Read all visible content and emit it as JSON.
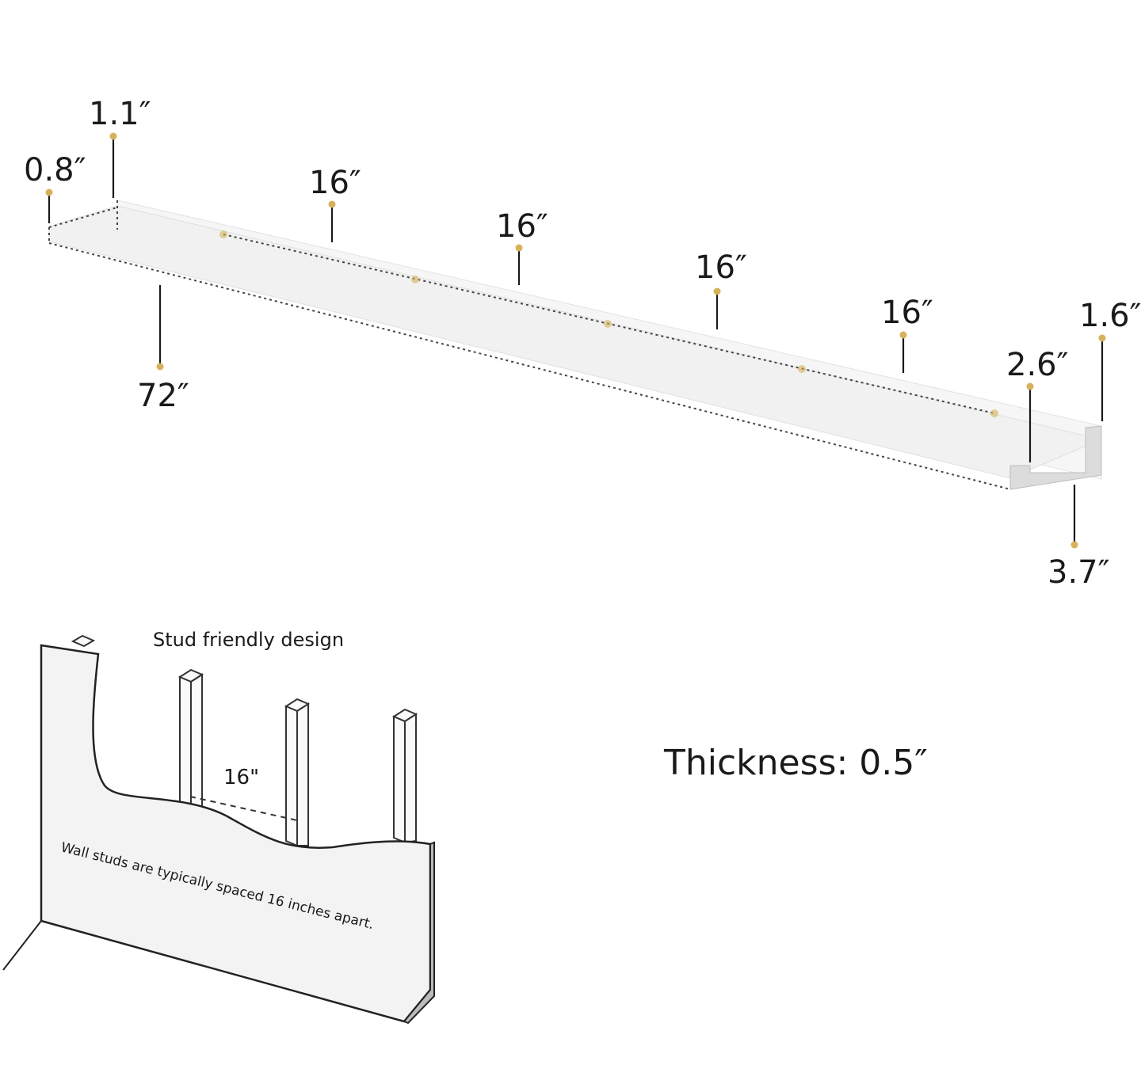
{
  "shelf": {
    "dimensions": {
      "back_lip_height": "0.8″",
      "front_lip_height": "1.1″",
      "length": "72″",
      "depth_total": "2.6″",
      "lip_height_right": "1.6″",
      "depth_base": "3.7″"
    },
    "stud_spacing_labels": [
      "16″",
      "16″",
      "16″",
      "16″"
    ]
  },
  "stud_illustration": {
    "title": "Stud friendly design",
    "spacing_label": "16\"",
    "wall_text": "Wall studs are typically spaced 16 inches apart."
  },
  "thickness": "Thickness: 0.5″",
  "colors": {
    "line": "#1a1a1a",
    "marker": "#d6b25a",
    "shelf_face": "#f4f4f4",
    "shelf_end": "#dcdcdc"
  }
}
